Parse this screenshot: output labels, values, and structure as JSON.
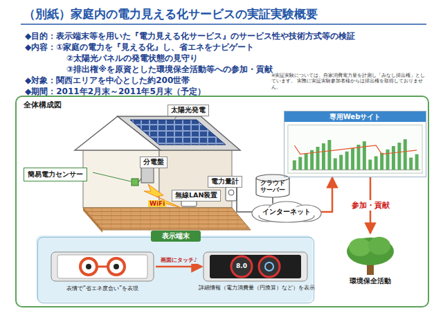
{
  "diagram": {
    "title": "（別紙）家庭内の電力見える化サービスの実証実験概要",
    "nodes": [
      {
        "text": [
          "全体構成図"
        ]
      },
      {
        "text": [
          "簡易電力センサー"
        ],
        "in": 0
      },
      {
        "text": [
          "分電盤"
        ],
        "in": 0
      },
      {
        "text": [
          "太陽光発電"
        ],
        "in": 0
      },
      {
        "text": [
          "無線LAN装置"
        ],
        "in": 0
      },
      {
        "text": [
          "電力量計"
        ],
        "in": 0
      },
      {
        "text": [
          "クラウドサーバー"
        ],
        "in": 0
      },
      {
        "text": [
          "インターネット"
        ],
        "in": 0
      },
      {
        "text": [
          "専用Webサイト"
        ],
        "in": 0
      },
      {
        "text": [
          "表示端末"
        ],
        "in": 0
      },
      {
        "text": [
          "表情で“省エネ度合い”を表現"
        ],
        "in": 9
      },
      {
        "text": [
          "8.0",
          "詳細情報（電力消費量（円換算）など）を表示"
        ],
        "in": 9
      },
      {
        "text": [
          "環境保全活動"
        ],
        "in": 0
      }
    ],
    "edges": [
      {
        "from": 5,
        "to": 7,
        "arrow": "none"
      },
      {
        "from": 6,
        "to": 7,
        "arrow": "none"
      },
      {
        "from": 7,
        "to": 8,
        "arrow": "to"
      },
      {
        "from": 8,
        "to": 12,
        "label": "参加・貢献",
        "arrow": "to"
      },
      {
        "from": 10,
        "to": 11,
        "label": "画面にタッチ♪",
        "arrow": "to"
      }
    ],
    "labels": [
      "◆目的：表示端末等を用いた『電力見える化サービス』のサービス性や技術方式等の検証",
      "◆内容：①家庭の電力を『見える化』し、省エネをナビゲート",
      "②太陽光パネルの発電状態の見守り",
      "③排出権※を原資とした環境保全活動等への参加・貢献",
      "◆対象：関西エリアを中心とした約200世帯",
      "◆期間：2011年2月末～2011年5月末（予定）",
      "※実証実験については、自家消費電力量を計測し「みなし排出権」としています。 実際に実証実験参加者様からは排出権を取得しておりません。",
      "WiFi"
    ]
  }
}
